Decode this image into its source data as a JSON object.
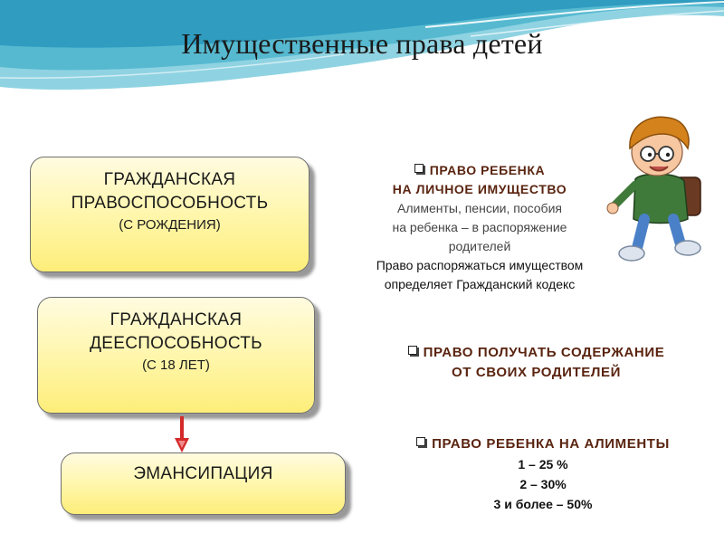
{
  "slide": {
    "title": "Имущественные права детей"
  },
  "left_boxes": {
    "box1": {
      "line1": "ГРАЖДАНСКАЯ",
      "line2": "ПРАВОСПОСОБНОСТЬ",
      "line3": "(С РОЖДЕНИЯ)"
    },
    "box2": {
      "line1": "ГРАЖДАНСКАЯ",
      "line2": "ДЕЕСПОСОБНОСТЬ",
      "line3": "(С 18 ЛЕТ)"
    },
    "box3": {
      "line1": "ЭМАНСИПАЦИЯ"
    }
  },
  "right_blocks": {
    "personal_property": {
      "heading1": "ПРАВО РЕБЕНКА",
      "heading2": "НА ЛИЧНОЕ ИМУЩЕСТВО",
      "note1": "Алименты, пенсии, пособия",
      "note2": "на ребенка – в распоряжение",
      "note3": "родителей",
      "note4": "Право распоряжаться имуществом",
      "note5": "определяет Гражданский кодекс"
    },
    "maintenance": {
      "line1": "ПРАВО  ПОЛУЧАТЬ СОДЕРЖАНИЕ",
      "line2": "ОТ СВОИХ РОДИТЕЛЕЙ"
    },
    "alimony": {
      "heading": "ПРАВО РЕБЕНКА НА АЛИМЕНТЫ",
      "rates": [
        "1 – 25 %",
        "2 – 30%",
        "3 и более – 50%"
      ]
    }
  },
  "colors": {
    "box_fill": "#fff7b2",
    "highlight_text": "#5a2410",
    "arrow": "#d42a2a",
    "wave": "#4fb8cf"
  }
}
